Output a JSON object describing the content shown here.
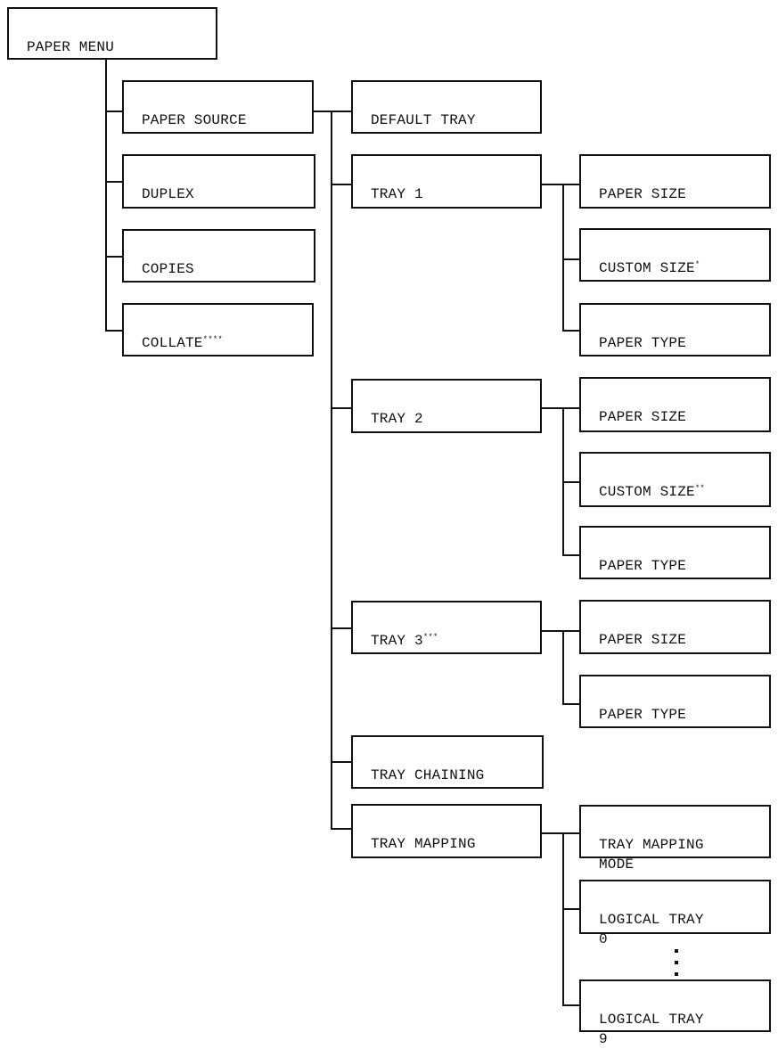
{
  "root": {
    "label": "PAPER MENU"
  },
  "level1": {
    "paper_source": {
      "label": "PAPER SOURCE"
    },
    "duplex": {
      "label": "DUPLEX"
    },
    "copies": {
      "label": "COPIES"
    },
    "collate": {
      "label": "COLLATE",
      "mark": "****"
    }
  },
  "paper_source_children": {
    "default_tray": {
      "label": "DEFAULT TRAY"
    },
    "tray1": {
      "label": "TRAY 1"
    },
    "tray2": {
      "label": "TRAY 2"
    },
    "tray3": {
      "label": "TRAY 3",
      "mark": "***"
    },
    "tray_chaining": {
      "label": "TRAY CHAINING"
    },
    "tray_mapping": {
      "label": "TRAY MAPPING"
    }
  },
  "tray1_children": {
    "paper_size": {
      "label": "PAPER SIZE"
    },
    "custom_size": {
      "label": "CUSTOM SIZE",
      "mark": "*"
    },
    "paper_type": {
      "label": "PAPER TYPE"
    }
  },
  "tray2_children": {
    "paper_size": {
      "label": "PAPER SIZE"
    },
    "custom_size": {
      "label": "CUSTOM SIZE",
      "mark": "**"
    },
    "paper_type": {
      "label": "PAPER TYPE"
    }
  },
  "tray3_children": {
    "paper_size": {
      "label": "PAPER SIZE"
    },
    "paper_type": {
      "label": "PAPER TYPE"
    }
  },
  "tray_mapping_children": {
    "mapping_mode": {
      "label": "TRAY MAPPING\nMODE"
    },
    "logical_tray_0": {
      "label": "LOGICAL TRAY\n0"
    },
    "logical_tray_9": {
      "label": "LOGICAL TRAY\n9"
    }
  }
}
